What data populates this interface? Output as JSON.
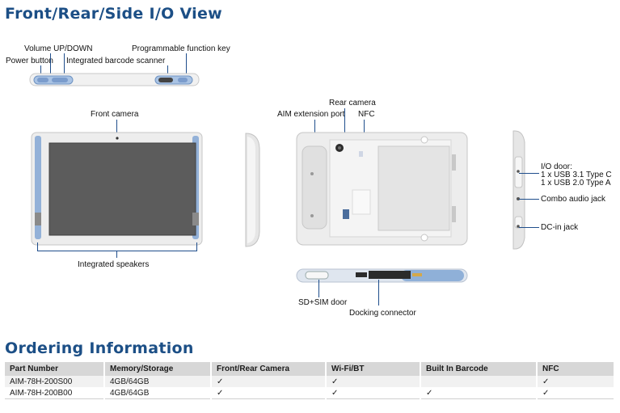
{
  "io_section": {
    "title": "Front/Rear/Side I/O View",
    "labels": {
      "volume": "Volume UP/DOWN",
      "programmable": "Programmable function key",
      "power": "Power button",
      "barcode": "Integrated barcode scanner",
      "front_camera": "Front camera",
      "rear_camera": "Rear camera",
      "aim_port": "AIM extension port",
      "nfc": "NFC",
      "io_door": "I/O door:",
      "usb31": "1 x USB 3.1 Type C",
      "usb20": "1 x USB 2.0 Type A",
      "audio": "Combo audio jack",
      "dcin": "DC-in jack",
      "speakers": "Integrated speakers",
      "sdsim": "SD+SIM door",
      "docking": "Docking connector"
    }
  },
  "ordering": {
    "title": "Ordering Information",
    "columns": [
      "Part Number",
      "Memory/Storage",
      "Front/Rear Camera",
      "Wi-Fi/BT",
      "Built In Barcode",
      "NFC"
    ],
    "rows": [
      [
        "AIM-78H-200S00",
        "4GB/64GB",
        "✓",
        "✓",
        "",
        "✓"
      ],
      [
        "AIM-78H-200B00",
        "4GB/64GB",
        "✓",
        "✓",
        "✓",
        "✓"
      ]
    ]
  },
  "colors": {
    "heading": "#1c4f86",
    "accent_blue": "#8fb0d8",
    "line": "#1f4e8c"
  }
}
